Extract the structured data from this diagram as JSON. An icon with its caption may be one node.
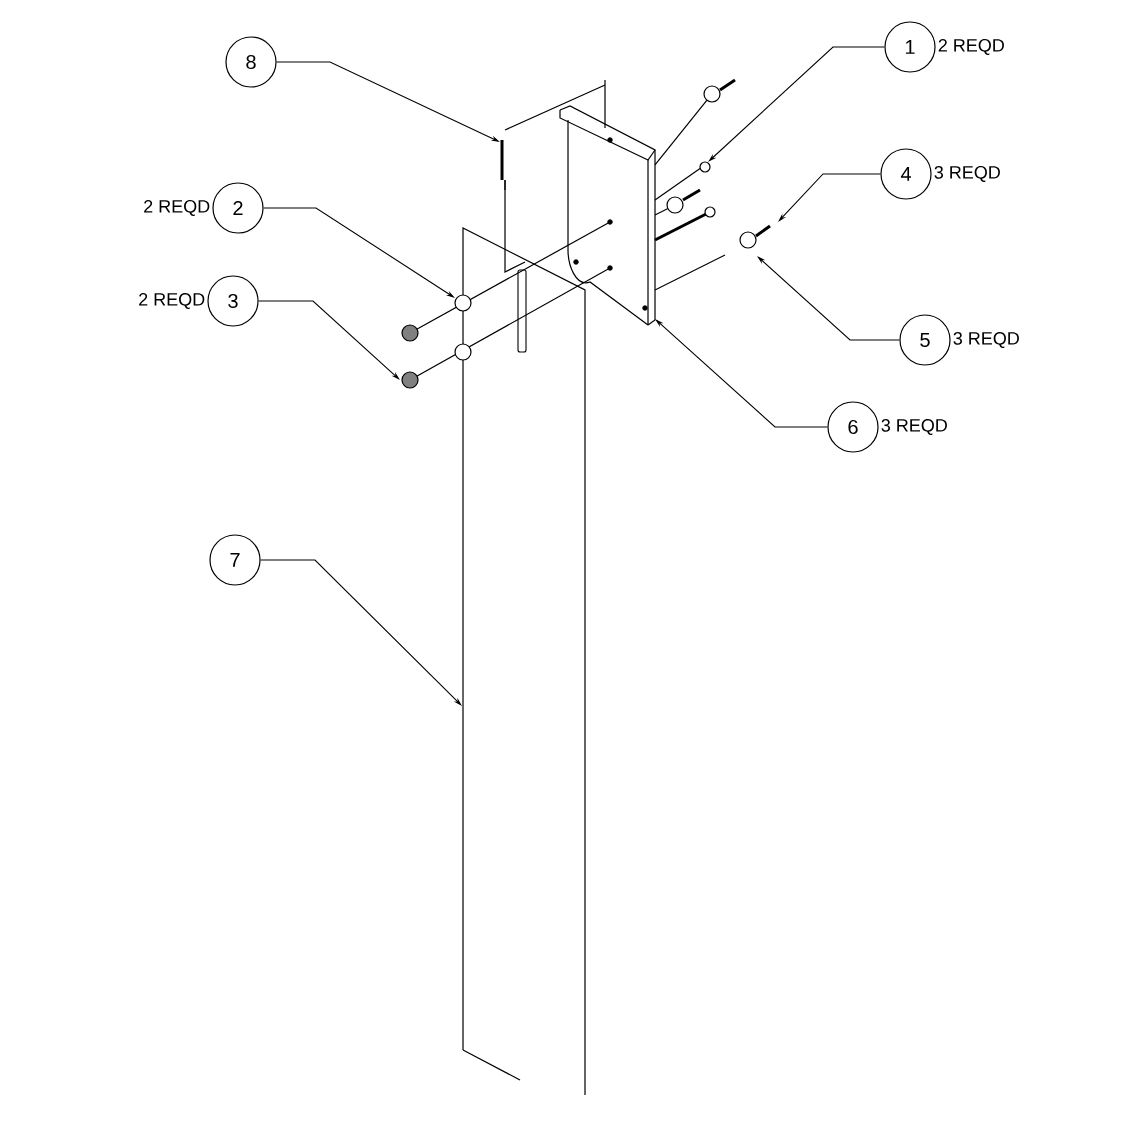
{
  "diagram": {
    "nodes": [
      {
        "text": [
          "1"
        ],
        "beside": [
          "2 REQD"
        ]
      },
      {
        "text": [
          "8"
        ]
      },
      {
        "text": [
          "4"
        ],
        "beside": [
          "3 REQD"
        ]
      },
      {
        "text": [
          "2"
        ],
        "beside": [
          "2 REQD"
        ]
      },
      {
        "text": [
          "3"
        ],
        "beside": [
          "2 REQD"
        ]
      },
      {
        "text": [
          "5"
        ],
        "beside": [
          "3 REQD"
        ]
      },
      {
        "text": [
          "6"
        ],
        "beside": [
          "3 REQD"
        ]
      },
      {
        "text": [
          "7"
        ]
      }
    ],
    "edges": [
      {
        "from": 0,
        "to": null,
        "arrow": "to"
      },
      {
        "from": 1,
        "to": null,
        "arrow": "to"
      },
      {
        "from": 2,
        "to": null,
        "arrow": "to"
      },
      {
        "from": 3,
        "to": null,
        "arrow": "to"
      },
      {
        "from": 4,
        "to": null,
        "arrow": "to"
      },
      {
        "from": 5,
        "to": null,
        "arrow": "to"
      },
      {
        "from": 6,
        "to": null,
        "arrow": "to"
      },
      {
        "from": 7,
        "to": null,
        "arrow": "to"
      }
    ]
  }
}
